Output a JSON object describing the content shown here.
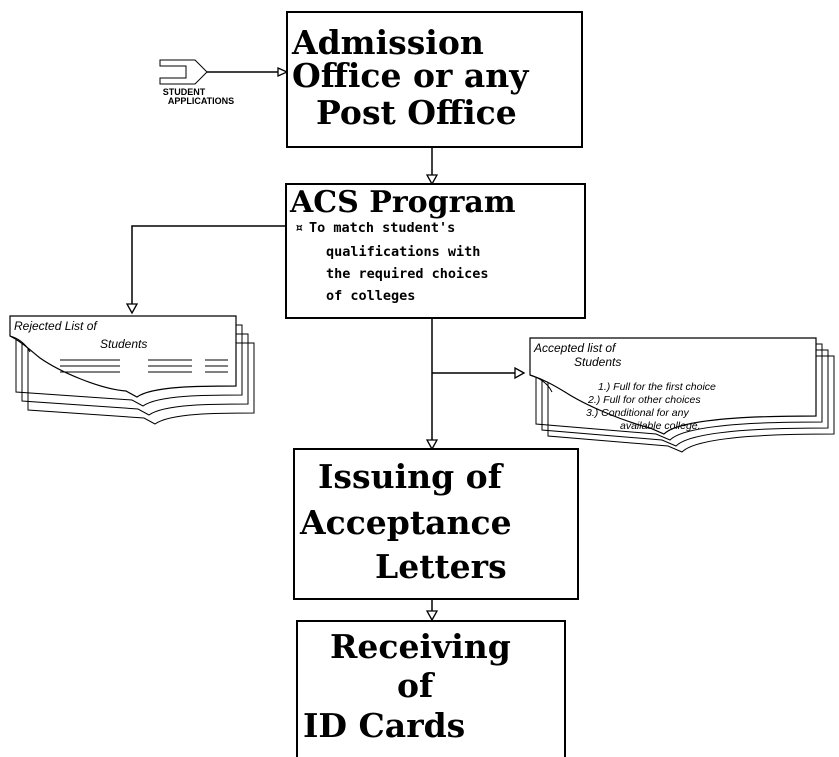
{
  "source": {
    "label_line1": "STUDENT",
    "label_line2": "APPLICATIONS"
  },
  "admission_box": {
    "line1": "Admission",
    "line2": "Office or any",
    "line3": "Post  Office"
  },
  "acs_box": {
    "title": "ACS Program",
    "bullet": "¤",
    "line1": "To match student's",
    "line2": "qualifications with",
    "line3": "the required choices",
    "line4": "of colleges"
  },
  "rejected_doc": {
    "line1": "Rejected  List  of",
    "line2": "Students"
  },
  "accepted_doc": {
    "line1": "Accepted  list  of",
    "line2": "Students",
    "items": [
      "1.) Full for the first choice",
      "2.) Full for other choices",
      "3.) Conditional for any",
      "available college."
    ]
  },
  "issuing_box": {
    "line1": "Issuing  of",
    "line2": "Acceptance",
    "line3": "Letters"
  },
  "receiving_box": {
    "line1": "Receiving",
    "line2": "of",
    "line3": "ID  Cards"
  }
}
